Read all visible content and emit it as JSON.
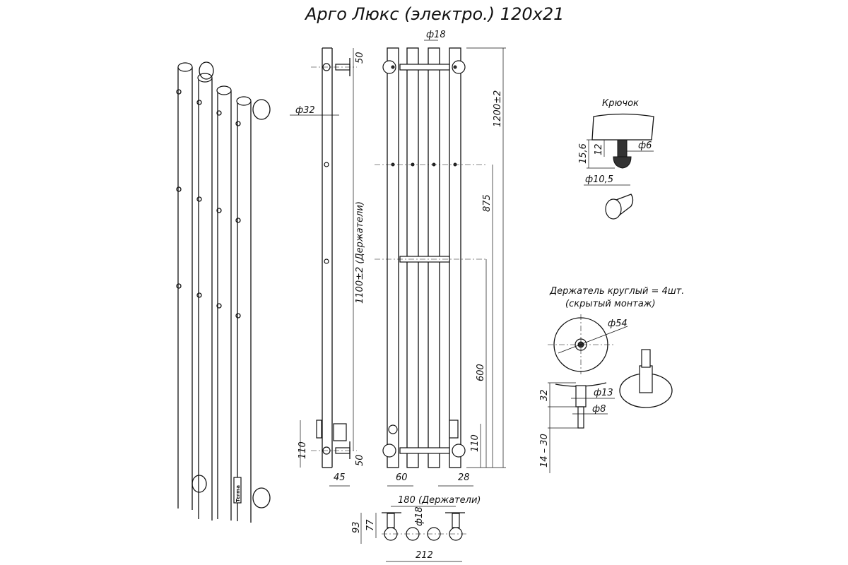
{
  "title": "Арго Люкс (электро.) 120x21",
  "front": {
    "tube_diameter": "ф18",
    "holder_diameter": "ф32",
    "top_offset": "50",
    "bottom_offset": "50",
    "height_total": "1200±2",
    "holders_distance": "1100±2 (Держатели)",
    "hook_height_1": "875",
    "hook_height_2": "600",
    "bottom_height_left": "110",
    "bottom_height_right": "110",
    "bottom_height_side": "110",
    "depth": "45",
    "spacing": "60",
    "edge_offset": "28"
  },
  "hook": {
    "title": "Крючок",
    "height": "15,6",
    "stem_height": "12",
    "stem_diameter": "ф6",
    "head_diameter": "ф10,5"
  },
  "holder": {
    "title_line1": "Держатель круглый = 4шт.",
    "title_line2": "(скрытый монтаж)",
    "plate_diameter": "ф54",
    "height": "32",
    "sleeve_diameter": "ф13",
    "pin_diameter": "ф8",
    "wall_range": "14 – 30"
  },
  "top_view": {
    "holders_width": "180 (Держатели)",
    "depth_total": "93",
    "depth_axis": "77",
    "tube_diameter": "ф18",
    "width_total": "212"
  },
  "iso_label": "Terma"
}
